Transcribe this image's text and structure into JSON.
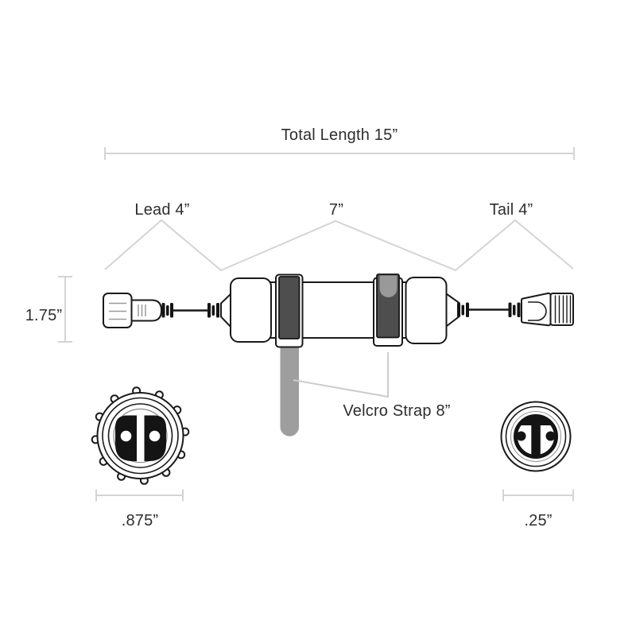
{
  "labels": {
    "total_length": "Total Length 15”",
    "lead_length": "Lead 4”",
    "body_length": "7”",
    "tail_length": "Tail 4”",
    "body_height": "1.75”",
    "velcro_strap": "Velcro Strap 8”",
    "lead_connector_diameter": ".875”",
    "tail_connector_diameter": ".25”"
  },
  "colors": {
    "background": "#ffffff",
    "outline": "#1a1a1a",
    "dimension_line": "#d4d4d4",
    "label_text": "#2e2e2e",
    "velcro_band_dark": "#4e4e4e",
    "velcro_strap_gray": "#9e9e9e"
  }
}
